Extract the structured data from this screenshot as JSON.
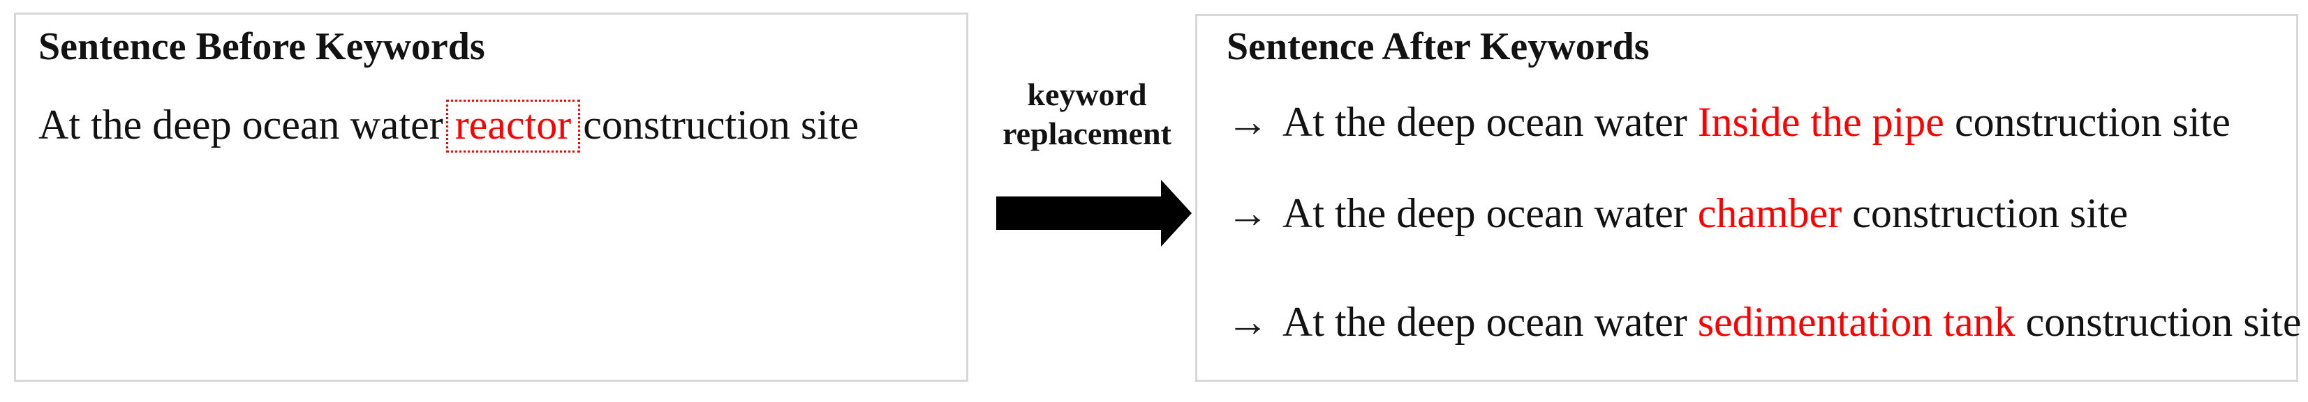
{
  "colors": {
    "keyword_red": "#ff0000",
    "panel_border": "#d8d8d8",
    "arrow_black": "#000000"
  },
  "before_panel": {
    "title": "Sentence Before Keywords",
    "sentence_prefix": "At the deep ocean water",
    "keyword": "reactor",
    "sentence_suffix": "construction site"
  },
  "transform": {
    "label": "keyword\nreplacement"
  },
  "after_panel": {
    "title": "Sentence After Keywords",
    "arrow_glyph": "→",
    "rows": [
      {
        "prefix": "At the deep ocean water",
        "keyword": "Inside the pipe",
        "suffix": "construction site"
      },
      {
        "prefix": "At the deep ocean water",
        "keyword": "chamber",
        "suffix": "construction site"
      },
      {
        "prefix": "At the deep ocean water",
        "keyword": "sedimentation tank",
        "suffix": "construction site"
      }
    ]
  }
}
